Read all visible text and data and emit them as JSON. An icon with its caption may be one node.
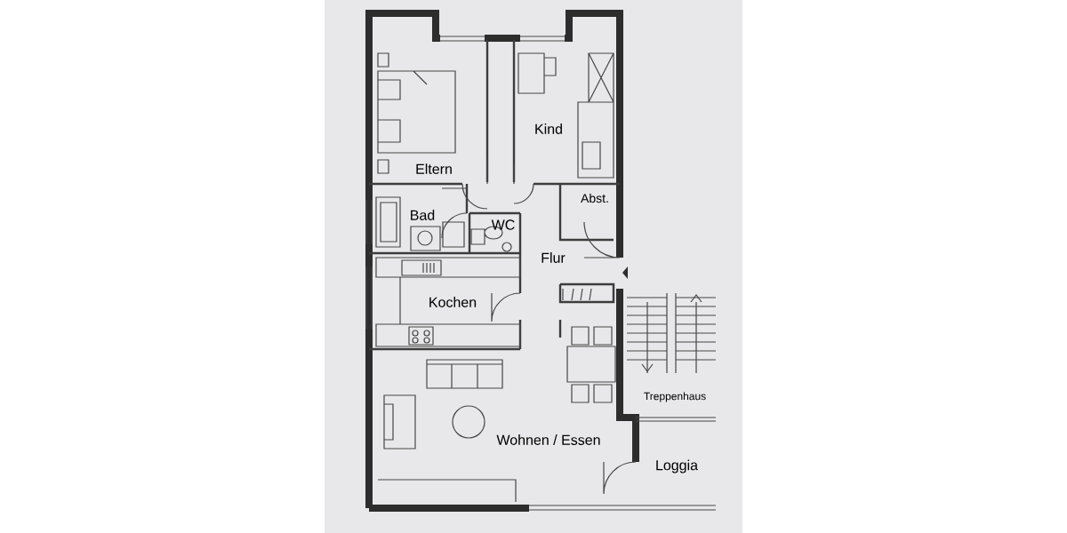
{
  "diagram": {
    "labels": [
      "Eltern",
      "Kind",
      "Bad",
      "WC",
      "Abst.",
      "Flur",
      "Kochen",
      "Treppenhaus",
      "Wohnen / Essen",
      "Loggia"
    ]
  }
}
